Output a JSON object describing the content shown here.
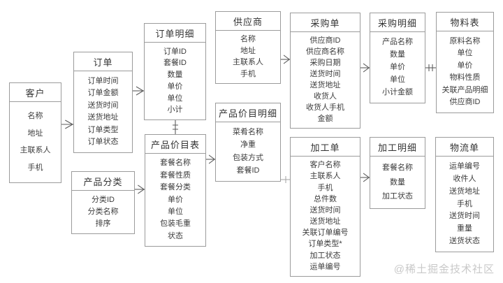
{
  "tables": [
    {
      "id": "customer",
      "title": "客户",
      "fields": [
        "名称",
        "地址",
        "主联系人",
        "手机"
      ]
    },
    {
      "id": "order",
      "title": "订单",
      "fields": [
        "订单时间",
        "订单金额",
        "送货时间",
        "送货地址",
        "订单类型",
        "订单状态"
      ]
    },
    {
      "id": "order-detail",
      "title": "订单明细",
      "fields": [
        "订单ID",
        "套餐ID",
        "数量",
        "单价",
        "单位",
        "小计"
      ]
    },
    {
      "id": "product-category",
      "title": "产品分类",
      "fields": [
        "分类ID",
        "分类名称",
        "排序"
      ]
    },
    {
      "id": "price-list",
      "title": "产品价目表",
      "fields": [
        "套餐名称",
        "套餐性质",
        "套餐分类",
        "单价",
        "单位",
        "包装毛重",
        "状态"
      ]
    },
    {
      "id": "supplier",
      "title": "供应商",
      "fields": [
        "名称",
        "地址",
        "主联系人",
        "手机"
      ]
    },
    {
      "id": "price-detail",
      "title": "产品价目明细",
      "fields": [
        "菜肴名称",
        "净重",
        "包装方式",
        "套餐ID"
      ]
    },
    {
      "id": "purchase-order",
      "title": "采购单",
      "fields": [
        "供应商ID",
        "供应商名称",
        "采购日期",
        "送货时间",
        "送货地址",
        "收货人",
        "收货人手机",
        "金额"
      ]
    },
    {
      "id": "purchase-detail",
      "title": "采购明细",
      "fields": [
        "产品名称",
        "数量",
        "单价",
        "单位",
        "小计金额"
      ]
    },
    {
      "id": "materials",
      "title": "物料表",
      "fields": [
        "原料名称",
        "单位",
        "单价",
        "物料性质",
        "关联产品明细",
        "供应商ID"
      ]
    },
    {
      "id": "processing-order",
      "title": "加工单",
      "fields": [
        "客户名称",
        "主联系人",
        "手机",
        "总件数",
        "送货时间",
        "送货地址",
        "关联订单编号",
        "订单类型*",
        "加工状态",
        "运单编号"
      ]
    },
    {
      "id": "processing-detail",
      "title": "加工明细",
      "fields": [
        "套餐名称",
        "数量",
        "加工状态"
      ]
    },
    {
      "id": "logistics",
      "title": "物流单",
      "fields": [
        "运单编号",
        "收件人",
        "送货地址",
        "手机",
        "送货时间",
        "重量",
        "送货状态"
      ]
    }
  ],
  "relations": [
    {
      "from": "order",
      "to": "customer",
      "marker": "crow-foot-many"
    },
    {
      "from": "order-detail",
      "to": "order",
      "marker": "crow-foot-many"
    },
    {
      "from": "price-list",
      "to": "order-detail",
      "marker": "one-to-one-ticks"
    },
    {
      "from": "price-list",
      "to": "product-category",
      "marker": "crow-foot-many"
    },
    {
      "from": "price-detail",
      "to": "price-list",
      "marker": "crow-foot-many"
    },
    {
      "from": "purchase-order",
      "to": "supplier",
      "marker": "crow-foot-many"
    },
    {
      "from": "purchase-detail",
      "to": "purchase-order",
      "marker": "crow-foot-many"
    },
    {
      "from": "materials",
      "to": "purchase-detail",
      "marker": "one-to-one-ticks"
    },
    {
      "from": "processing-detail",
      "to": "processing-order",
      "marker": "crow-foot-many"
    },
    {
      "from": "processing-order",
      "to": "price-detail",
      "marker": "one-tick"
    }
  ],
  "watermark": {
    "text": "@稀土掘金技术社区"
  },
  "colors": {
    "background": "#ffffff",
    "box_border": "#9b9b9b",
    "text": "#3b3b3b",
    "connector": "#5e5e5e",
    "watermark": "#c9c9c9"
  }
}
